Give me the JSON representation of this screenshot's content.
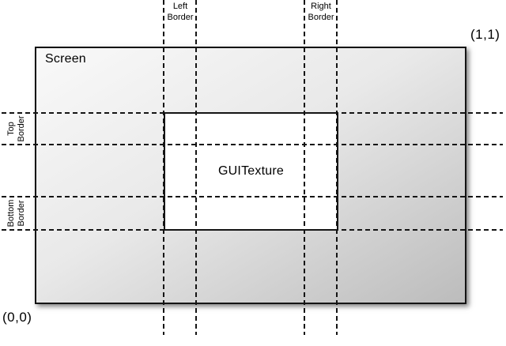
{
  "screen_label": "Screen",
  "texture_label": "GUITexture",
  "coords": {
    "top_right": "(1,1)",
    "bottom_left": "(0,0)"
  },
  "border_labels": {
    "left": [
      "Left",
      "Border"
    ],
    "right": [
      "Right",
      "Border"
    ],
    "top": [
      "Top",
      "Border"
    ],
    "bottom": [
      "Bottom",
      "Border"
    ]
  },
  "colors": {
    "line": "#141414",
    "screen_gradient_start": "#f9f9f9",
    "screen_gradient_end": "#bcbcbc",
    "texture_fill": "#ffffff",
    "background": "#ffffff"
  }
}
